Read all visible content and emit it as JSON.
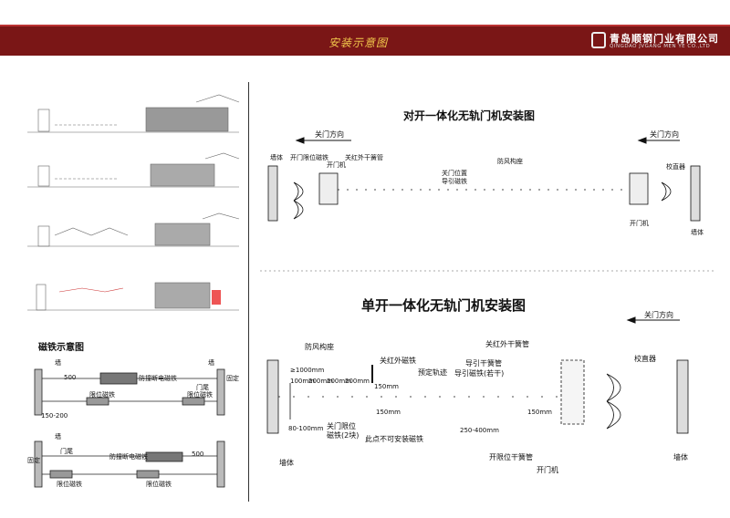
{
  "header": {
    "title": "安装示意图",
    "company_cn": "青岛顺钢门业有限公司",
    "company_en": "QINGDAO JVGANG MEN YE CO.,LTD"
  },
  "magnet": {
    "title": "磁铁示意图",
    "wall": "墙",
    "fixed": "固定",
    "tail": "门尾",
    "top_dim": "500",
    "top_anti": "防撞断电磁铁",
    "top_limit_left": "限位磁铁",
    "top_limit_right": "限位磁铁",
    "top_dim2": "150-200",
    "bot_anti": "防撞断电磁铁",
    "bot_dim": "500",
    "bot_limit_left": "限位磁铁",
    "bot_limit_right": "限位磁铁"
  },
  "double": {
    "title": "对开一体化无轨门机安装图",
    "dir_left": "关门方向",
    "dir_right": "关门方向",
    "lbl_wall_left": "墙体",
    "lbl_open_limit": "开门限位磁铁",
    "lbl_machine": "开门机",
    "lbl_ir": "关红外干簧管",
    "lbl_close_pos": "关门位置",
    "lbl_guide": "导引磁铁",
    "lbl_anti_wind": "防风构座",
    "lbl_wall_right": "墙体",
    "lbl_machine_r": "开门机",
    "lbl_corrector": "校直器"
  },
  "single": {
    "title": "单开一体化无轨门机安装图",
    "dir": "关门方向",
    "lbl_anti_wind": "防风构座",
    "lbl_ir_magnet": "关红外磁铁",
    "lbl_ir_reed": "关红外干簧管",
    "lbl_pre_track": "预定轨迹",
    "lbl_guide_reed": "导引干簧管",
    "lbl_guide_magnet": "导引磁铁(若干)",
    "lbl_corrector": "校直器",
    "lbl_ge": "≥1000mm",
    "d1": "100mm",
    "d2": "200mm",
    "d3": "200mm",
    "d4": "200mm",
    "d5": "150mm",
    "d6": "150mm",
    "d7": "250-400mm",
    "d8": "150mm",
    "d9": "80-100mm",
    "lbl_close_limit": "关门限位",
    "lbl_close_limit2": "磁铁(2块)",
    "lbl_no_magnet": "此点不可安装磁铁",
    "lbl_open_reed": "开限位干簧管",
    "lbl_machine": "开门机",
    "lbl_wall_left": "墙体",
    "lbl_wall_right": "墙体"
  }
}
